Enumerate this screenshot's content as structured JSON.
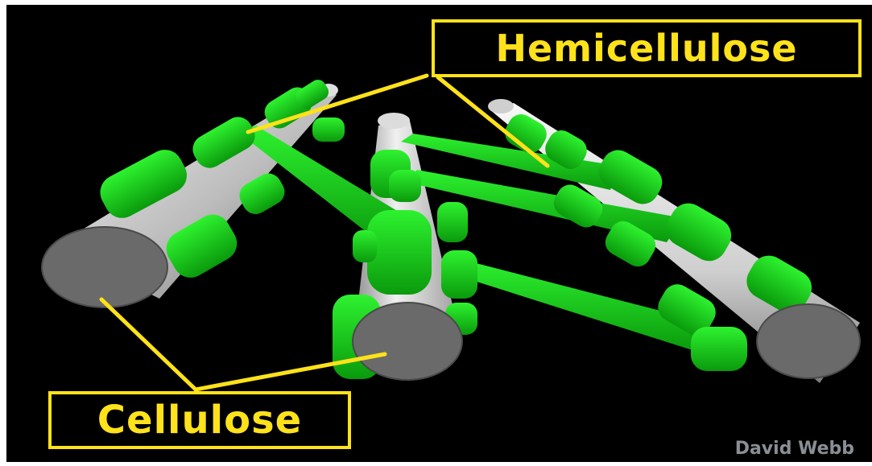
{
  "labels": {
    "hemicellulose": "Hemicellulose",
    "cellulose": "Cellulose"
  },
  "credit": "David Webb",
  "colors": {
    "background": "#000000",
    "label": "#ffe21a",
    "hemicellulose": "#18d81a",
    "cellulose_body": "#d8d8d8",
    "cellulose_end": "#6a6a6a"
  }
}
